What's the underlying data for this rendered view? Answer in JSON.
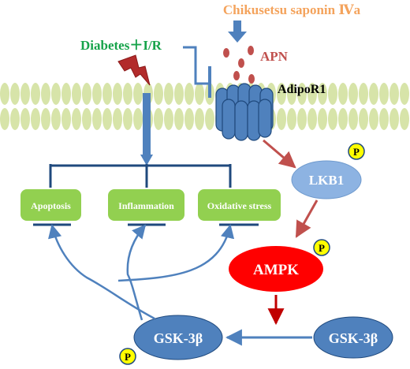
{
  "drug": {
    "label": "Chikusetsu saponin Ⅳa",
    "color": "#f4a35c"
  },
  "injury": {
    "label": "Diabetes＋I/R",
    "color": "#16a34a"
  },
  "apn": {
    "label": "APN",
    "color": "#c0504d"
  },
  "receptor": {
    "label": "AdipoR1",
    "color": "#000000"
  },
  "outcomes": [
    {
      "label": "Apoptosis"
    },
    {
      "label": "Inflammation"
    },
    {
      "label": "Oxidative stress"
    }
  ],
  "nodes": {
    "lkb1": {
      "label": "LKB1",
      "color": "#8db3e2"
    },
    "ampk": {
      "label": "AMPK",
      "color": "#ff0000"
    },
    "gsk_p": {
      "label": "GSK-3β",
      "color": "#4f81bd"
    },
    "gsk": {
      "label": "GSK-3β",
      "color": "#4f81bd"
    }
  },
  "phospho": {
    "label": "P",
    "color": "#ffff00"
  },
  "colors": {
    "membrane": "#d7e4a9",
    "outcome_box": "#92d050",
    "pathway_arrow": "#c0504d",
    "ampk_arrow": "#c00000",
    "signal_blue": "#4f81bd",
    "tree": "#1f497d"
  }
}
